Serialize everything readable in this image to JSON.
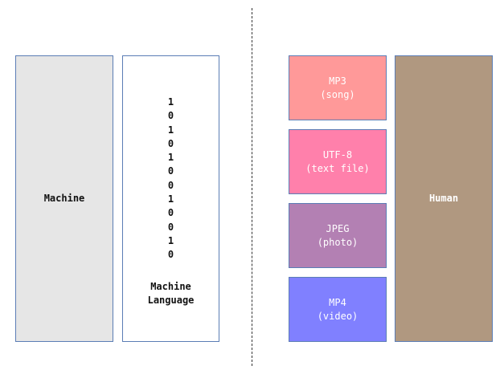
{
  "machine": {
    "label": "Machine"
  },
  "machine_language": {
    "bits": [
      "1",
      "0",
      "1",
      "0",
      "1",
      "0",
      "0",
      "1",
      "0",
      "0",
      "1",
      "0"
    ],
    "label_line1": "Machine",
    "label_line2": "Language"
  },
  "formats": [
    {
      "name": "MP3",
      "desc": "(song)"
    },
    {
      "name": "UTF-8",
      "desc": "(text file)"
    },
    {
      "name": "JPEG",
      "desc": "(photo)"
    },
    {
      "name": "MP4",
      "desc": "(video)"
    }
  ],
  "human": {
    "label": "Human"
  }
}
